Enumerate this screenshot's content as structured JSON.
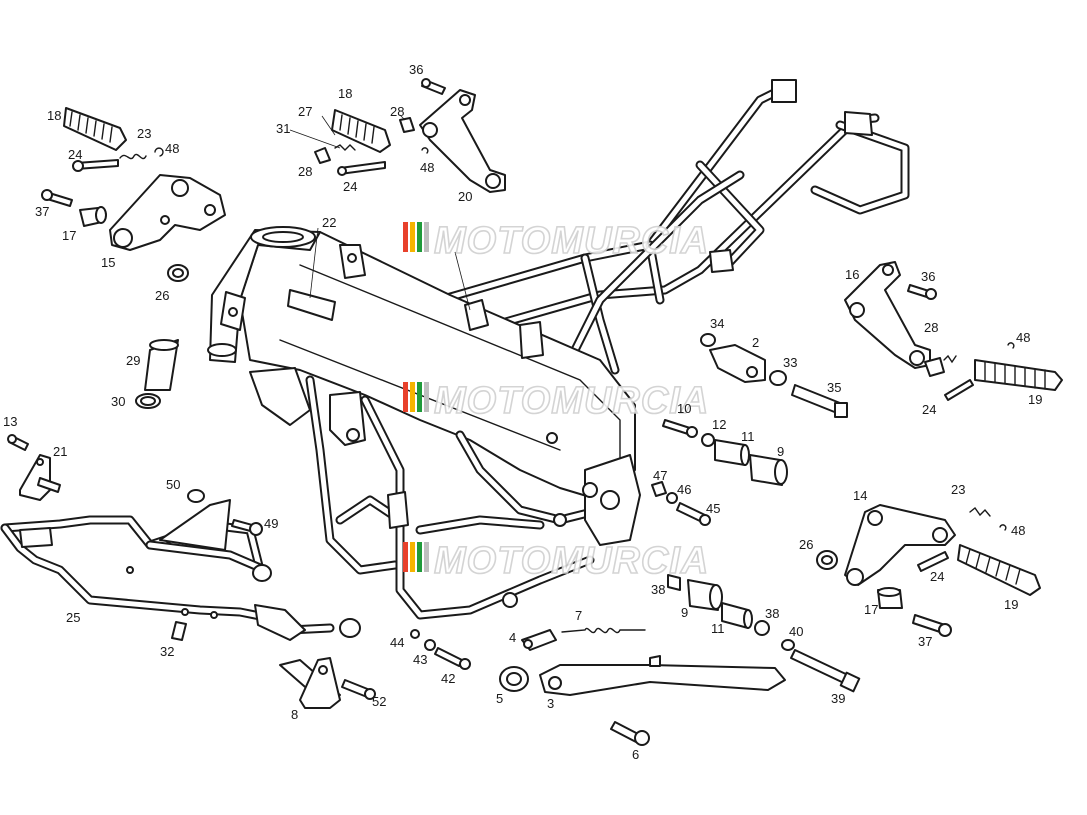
{
  "watermark": {
    "text": "MOTOMURCIA",
    "stripe_colors": [
      "#e8412c",
      "#f5b400",
      "#1f9a3a",
      "#bfbfbf"
    ]
  },
  "callouts": [
    {
      "id": "c1",
      "text": "36"
    },
    {
      "id": "c2",
      "text": "18"
    },
    {
      "id": "c3",
      "text": "27"
    },
    {
      "id": "c4",
      "text": "28"
    },
    {
      "id": "c5",
      "text": "31"
    },
    {
      "id": "c6",
      "text": "28"
    },
    {
      "id": "c7",
      "text": "24"
    },
    {
      "id": "c8",
      "text": "48"
    },
    {
      "id": "c9",
      "text": "20"
    },
    {
      "id": "c10",
      "text": "18"
    },
    {
      "id": "c11",
      "text": "23"
    },
    {
      "id": "c12",
      "text": "24"
    },
    {
      "id": "c13",
      "text": "48"
    },
    {
      "id": "c14",
      "text": "37"
    },
    {
      "id": "c15",
      "text": "17"
    },
    {
      "id": "c16",
      "text": "15"
    },
    {
      "id": "c17",
      "text": "26"
    },
    {
      "id": "c18",
      "text": "22"
    },
    {
      "id": "c19",
      "text": "29"
    },
    {
      "id": "c20",
      "text": "30"
    },
    {
      "id": "c21",
      "text": "13"
    },
    {
      "id": "c22",
      "text": "21"
    },
    {
      "id": "c23",
      "text": "50"
    },
    {
      "id": "c24",
      "text": "49"
    },
    {
      "id": "c25",
      "text": "25"
    },
    {
      "id": "c26",
      "text": "32"
    },
    {
      "id": "c27",
      "text": "8"
    },
    {
      "id": "c28",
      "text": "52"
    },
    {
      "id": "c29",
      "text": "44"
    },
    {
      "id": "c30",
      "text": "43"
    },
    {
      "id": "c31",
      "text": "42"
    },
    {
      "id": "c32",
      "text": "7"
    },
    {
      "id": "c33",
      "text": "4"
    },
    {
      "id": "c34",
      "text": "5"
    },
    {
      "id": "c35",
      "text": "3"
    },
    {
      "id": "c36",
      "text": "6"
    },
    {
      "id": "c37",
      "text": "16"
    },
    {
      "id": "c38",
      "text": "36"
    },
    {
      "id": "c39",
      "text": "28"
    },
    {
      "id": "c40",
      "text": "48"
    },
    {
      "id": "c41",
      "text": "24"
    },
    {
      "id": "c42",
      "text": "19"
    },
    {
      "id": "c43",
      "text": "34"
    },
    {
      "id": "c44",
      "text": "2"
    },
    {
      "id": "c45",
      "text": "33"
    },
    {
      "id": "c46",
      "text": "35"
    },
    {
      "id": "c47",
      "text": "10"
    },
    {
      "id": "c48",
      "text": "12"
    },
    {
      "id": "c49",
      "text": "11"
    },
    {
      "id": "c50",
      "text": "9"
    },
    {
      "id": "c51",
      "text": "47"
    },
    {
      "id": "c52",
      "text": "46"
    },
    {
      "id": "c53",
      "text": "45"
    },
    {
      "id": "c54",
      "text": "14"
    },
    {
      "id": "c55",
      "text": "23"
    },
    {
      "id": "c56",
      "text": "48"
    },
    {
      "id": "c57",
      "text": "26"
    },
    {
      "id": "c58",
      "text": "24"
    },
    {
      "id": "c59",
      "text": "17"
    },
    {
      "id": "c60",
      "text": "19"
    },
    {
      "id": "c61",
      "text": "37"
    },
    {
      "id": "c62",
      "text": "38"
    },
    {
      "id": "c63",
      "text": "9"
    },
    {
      "id": "c64",
      "text": "11"
    },
    {
      "id": "c65",
      "text": "38"
    },
    {
      "id": "c66",
      "text": "40"
    },
    {
      "id": "c67",
      "text": "39"
    }
  ]
}
